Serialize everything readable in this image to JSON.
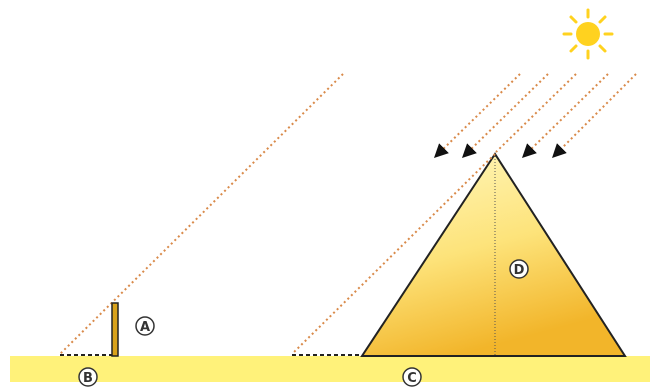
{
  "labels": {
    "a": "A",
    "b": "B",
    "c": "C",
    "d": "D"
  },
  "colors": {
    "ground": "#fff27a",
    "pyramid_light": "#fff4a8",
    "pyramid_dark": "#f2b52a",
    "stick": "#d9a21b",
    "ray": "#d98a4a",
    "sun": "#ffd21f",
    "outline": "#222222"
  },
  "icons": {
    "sun": "sun-icon",
    "arrow": "arrow-down-left-icon"
  }
}
